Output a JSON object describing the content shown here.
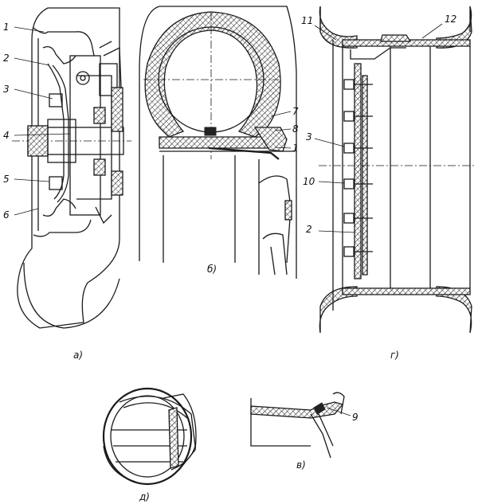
{
  "panels": {
    "a": {
      "caption": "а)",
      "callouts": [
        "1",
        "2",
        "3",
        "4",
        "5",
        "6"
      ]
    },
    "b": {
      "caption": "б)",
      "callouts": [
        "7",
        "8",
        "1"
      ]
    },
    "g": {
      "caption": "г)",
      "callouts": [
        "11",
        "12",
        "3",
        "10",
        "2"
      ]
    },
    "d": {
      "caption": "д)",
      "callouts": []
    },
    "v": {
      "caption": "в)",
      "callouts": [
        "9"
      ]
    }
  }
}
